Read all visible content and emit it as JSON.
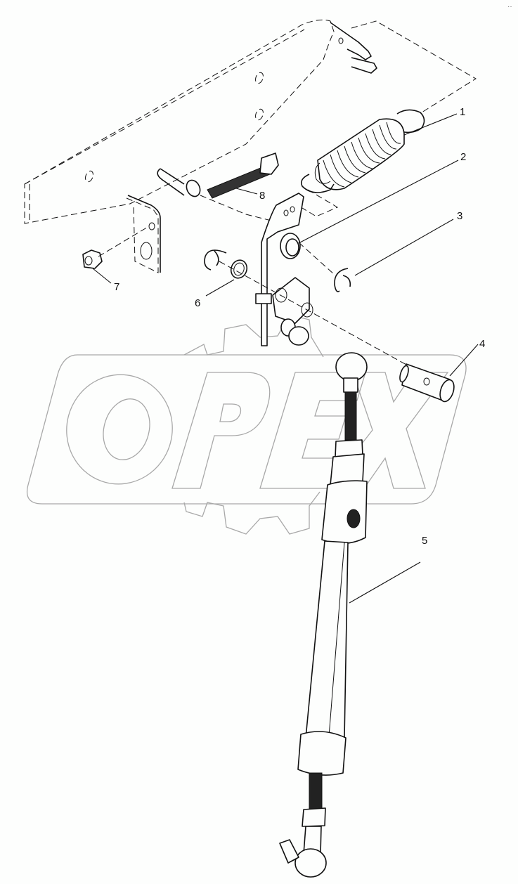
{
  "diagram": {
    "type": "exploded parts diagram",
    "watermark": "OPEX",
    "corner_mark": "‥",
    "callouts": [
      {
        "id": "1",
        "label": "1",
        "part": "tension spring"
      },
      {
        "id": "2",
        "label": "2",
        "part": "lever bracket"
      },
      {
        "id": "3",
        "label": "3",
        "part": "e-clip (right)"
      },
      {
        "id": "4",
        "label": "4",
        "part": "clevis pin"
      },
      {
        "id": "5",
        "label": "5",
        "part": "gas strut / damper"
      },
      {
        "id": "6",
        "label": "6",
        "part": "washer"
      },
      {
        "id": "7",
        "label": "7",
        "part": "hex nut"
      },
      {
        "id": "8",
        "label": "8",
        "part": "hex bolt"
      }
    ],
    "colors": {
      "line": "#111111",
      "watermark": "#a8a8a8",
      "background": "#fdfefd"
    }
  }
}
